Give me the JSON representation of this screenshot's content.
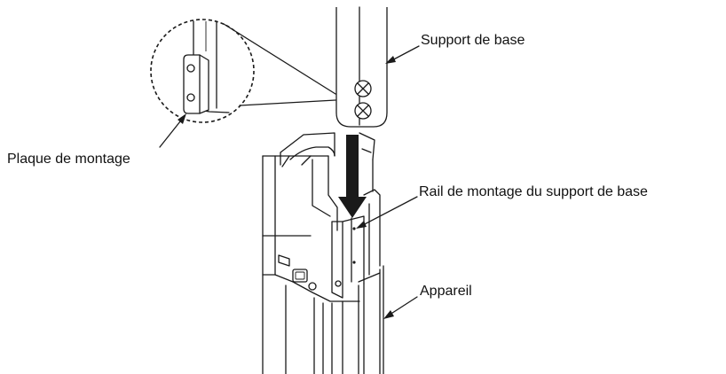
{
  "labels": {
    "support": "Support de base",
    "plaque": "Plaque de montage",
    "rail": "Rail de montage du support de base",
    "appareil": "Appareil"
  }
}
